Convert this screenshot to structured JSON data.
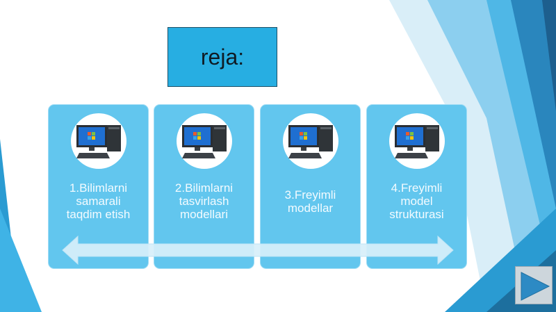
{
  "slide": {
    "title": "reja:",
    "cards": [
      {
        "label": "1.Bilimlarni\nsamarali\ntaqdim etish",
        "icon": "desktop-computer-icon"
      },
      {
        "label": "2.Bilimlarni\ntasvirlash\nmodellari",
        "icon": "desktop-computer-icon"
      },
      {
        "label": "3.Freyimli\nmodellar",
        "icon": "desktop-computer-icon"
      },
      {
        "label": "4.Freyimli\nmodel\nstrukturasi",
        "icon": "desktop-computer-icon"
      }
    ],
    "next_button_icon": "play-next-icon"
  },
  "colors": {
    "accent": "#27aee2",
    "card": "#62c6ee",
    "deco_dark": "#1d6f9e"
  }
}
